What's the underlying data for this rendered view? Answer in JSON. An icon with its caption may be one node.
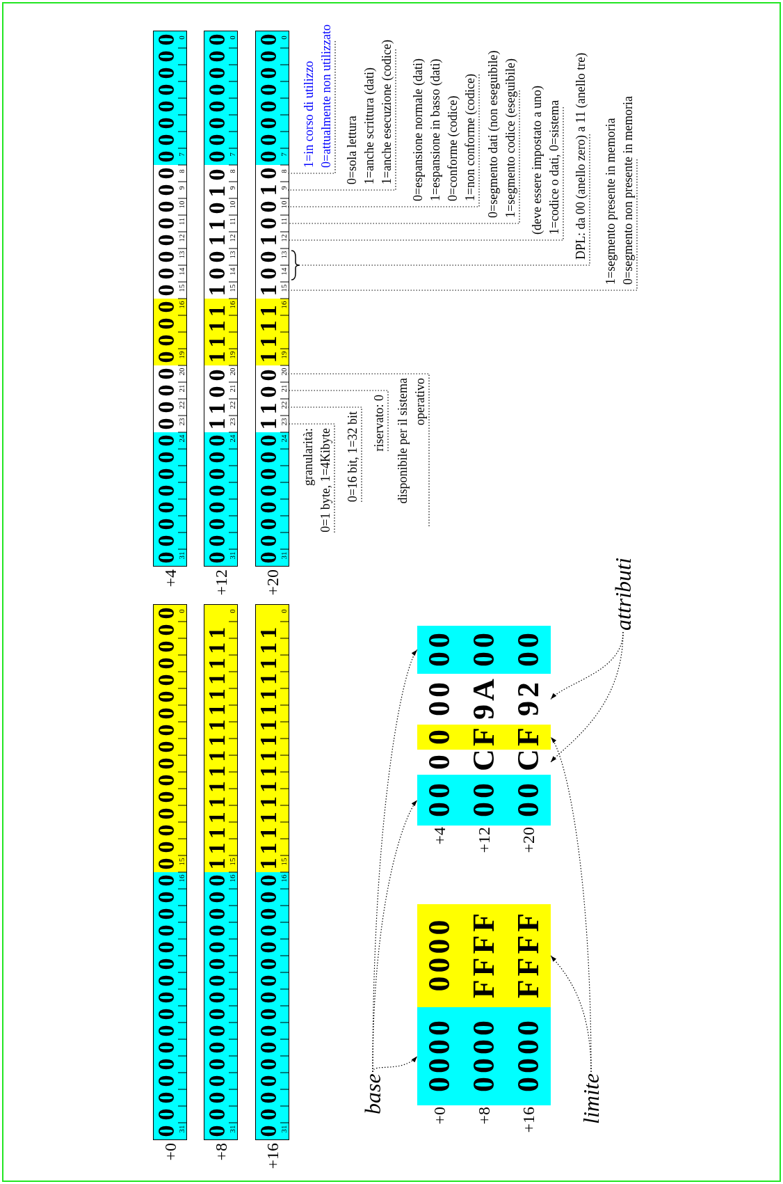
{
  "diagram": {
    "nodes": [
      {
        "text": [],
        "shape": "bar",
        "beside": [
          "+0"
        ]
      },
      {
        "text": [
          "0000000000000000",
          "31",
          "16"
        ],
        "in": 0
      },
      {
        "text": [
          "0000000000000000",
          "15",
          "0"
        ],
        "in": 0
      },
      {
        "text": [],
        "shape": "bar",
        "beside": [
          "+4"
        ]
      },
      {
        "text": [
          "00000000",
          "31",
          "24"
        ],
        "in": 3
      },
      {
        "text": [
          "0000",
          "23",
          "22",
          "21",
          "20"
        ],
        "in": 3
      },
      {
        "text": [
          "0000",
          "19",
          "16"
        ],
        "in": 3
      },
      {
        "text": [
          "00000000",
          "15",
          "14",
          "13",
          "12",
          "11",
          "10",
          "9",
          "8"
        ],
        "in": 3
      },
      {
        "text": [
          "00000000",
          "7",
          "0"
        ],
        "in": 3
      },
      {
        "text": [],
        "shape": "bar",
        "beside": [
          "+8"
        ]
      },
      {
        "text": [
          "0000000000000000",
          "31",
          "16"
        ],
        "in": 9
      },
      {
        "text": [
          "1111111111111111",
          "15",
          "0"
        ],
        "in": 9
      },
      {
        "text": [],
        "shape": "bar",
        "beside": [
          "+12"
        ]
      },
      {
        "text": [
          "00000000",
          "31",
          "24"
        ],
        "in": 12
      },
      {
        "text": [
          "1100",
          "23",
          "22",
          "21",
          "20"
        ],
        "in": 12
      },
      {
        "text": [
          "1111",
          "19",
          "16"
        ],
        "in": 12
      },
      {
        "text": [
          "10011010",
          "15",
          "14",
          "13",
          "12",
          "11",
          "10",
          "9",
          "8"
        ],
        "in": 12
      },
      {
        "text": [
          "00000000",
          "7",
          "0"
        ],
        "in": 12
      },
      {
        "text": [],
        "shape": "bar",
        "beside": [
          "+16"
        ]
      },
      {
        "text": [
          "0000000000000000",
          "31",
          "16"
        ],
        "in": 18
      },
      {
        "text": [
          "1111111111111111",
          "15",
          "0"
        ],
        "in": 18
      },
      {
        "text": [],
        "shape": "bar",
        "beside": [
          "+20"
        ]
      },
      {
        "text": [
          "00000000",
          "31",
          "24"
        ],
        "in": 21
      },
      {
        "text": [
          "1100",
          "23",
          "22",
          "21",
          "20"
        ],
        "in": 21
      },
      {
        "text": [
          "1111",
          "19",
          "16"
        ],
        "in": 21
      },
      {
        "text": [
          "10010010",
          "15",
          "14",
          "13",
          "12",
          "11",
          "10",
          "9",
          "8"
        ],
        "in": 21
      },
      {
        "text": [
          "00000000",
          "7",
          "0"
        ],
        "in": 21
      },
      {
        "text": [
          "granularità:",
          "0=1 byte, 1=4Kibyte"
        ]
      },
      {
        "text": [
          "0=16 bit, 1=32 bit"
        ]
      },
      {
        "text": [
          "riservato: 0"
        ]
      },
      {
        "text": [
          "disponibile per il sistema operativo"
        ]
      },
      {
        "text": [
          "1=in corso di utilizzo",
          "0=attualmente non utilizzato"
        ]
      },
      {
        "text": [
          "0=sola lettura",
          "1=anche scrittura (dati)",
          "1=anche esecuzione (codice)"
        ]
      },
      {
        "text": [
          "0=espansione normale (dati)",
          "1=espansione in basso (dati)",
          "0=conforme (codice)",
          "1=non conforme (codice)"
        ]
      },
      {
        "text": [
          "0=segmento dati (non eseguibile)",
          "1=segmento codice (eseguibile)"
        ]
      },
      {
        "text": [
          "(deve essere impostato a uno)",
          "1=codice o dati, 0=sistema"
        ]
      },
      {
        "text": [],
        "shape": "brace"
      },
      {
        "text": [
          "DPL: da 00 (anello zero) a 11 (anello tre)"
        ]
      },
      {
        "text": [
          "1=segmento presente in memoria",
          "0=segmento non presente in memoria"
        ]
      },
      {
        "text": [
          "base"
        ]
      },
      {
        "text": [
          "0000",
          "0000",
          "0000"
        ]
      },
      {
        "text": [
          "0000",
          "FFFF",
          "FFFF"
        ]
      },
      {
        "text": [
          "00",
          "00",
          "00"
        ]
      },
      {
        "text": [
          "0",
          "C",
          "C"
        ]
      },
      {
        "text": [
          "0",
          "F",
          "F"
        ]
      },
      {
        "text": [
          "00",
          "9A",
          "92"
        ]
      },
      {
        "text": [
          "00",
          "00",
          "00"
        ]
      },
      {
        "text": [
          "limite"
        ]
      },
      {
        "text": [
          "attributi"
        ]
      }
    ],
    "edges": [
      {
        "from": 27,
        "to": 23,
        "arrow": "none"
      },
      {
        "from": 28,
        "to": 23,
        "arrow": "none"
      },
      {
        "from": 29,
        "to": 23,
        "arrow": "none"
      },
      {
        "from": 30,
        "to": 23,
        "arrow": "none"
      },
      {
        "from": 31,
        "to": 25,
        "arrow": "none"
      },
      {
        "from": 32,
        "to": 25,
        "arrow": "none"
      },
      {
        "from": 33,
        "to": 25,
        "arrow": "none"
      },
      {
        "from": 34,
        "to": 25,
        "arrow": "none"
      },
      {
        "from": 35,
        "to": 25,
        "arrow": "none"
      },
      {
        "from": 37,
        "to": 36,
        "arrow": "none"
      },
      {
        "from": 38,
        "to": 25,
        "arrow": "none"
      },
      {
        "from": 39,
        "to": 40,
        "arrow": "to"
      },
      {
        "from": 39,
        "to": 42,
        "arrow": "to"
      },
      {
        "from": 39,
        "to": 46,
        "arrow": "to"
      },
      {
        "from": 47,
        "to": 41,
        "arrow": "to"
      },
      {
        "from": 47,
        "to": 44,
        "arrow": "to"
      },
      {
        "from": 48,
        "to": 43,
        "arrow": "to"
      },
      {
        "from": 48,
        "to": 45,
        "arrow": "to"
      }
    ],
    "labels": [
      "+0",
      "+4",
      "+8",
      "+12",
      "+16",
      "+20"
    ]
  }
}
